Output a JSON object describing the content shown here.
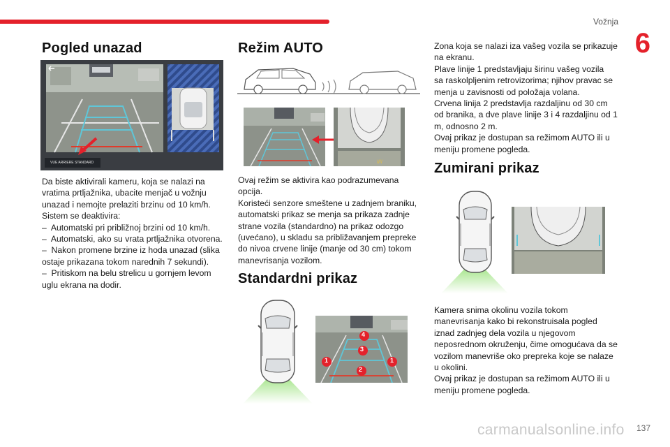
{
  "header": {
    "section_name": "Vožnja",
    "chapter_number": "6"
  },
  "col1": {
    "title": "Pogled unazad",
    "screen_caption": "VUE ARRIERE STANDARD",
    "paragraph": [
      "Da biste aktivirali kameru, koja se nalazi na",
      "vratima prtljažnika, ubacite menjač u vožnju",
      "unazad i nemojte prelaziti brzinu od 10 km/h.",
      "Sistem se deaktivira:",
      "–  Automatski pri približnoj brzini od 10 km/h.",
      "–  Automatski, ako su vrata prtljažnika otvorena.",
      "–  Nakon promene brzine iz hoda unazad (slika",
      "ostaje prikazana tokom narednih 7 sekundi).",
      "–  Pritiskom na belu strelicu u gornjem levom",
      "uglu ekrana na dodir."
    ]
  },
  "col2": {
    "title_auto": "Režim AUTO",
    "auto_paragraph": [
      "Ovaj režim se aktivira kao podrazumevana",
      "opcija.",
      "Koristeći senzore smeštene u zadnjem braniku,",
      "automatski prikaz se menja sa prikaza zadnje",
      "strane vozila (standardno) na prikaz odozgo",
      "(uvećano), u skladu sa približavanjem prepreke",
      "do nivoa crvene linije (manje od 30 cm) tokom",
      "manevrisanja vozilom."
    ],
    "title_standard": "Standardni prikaz",
    "markers": [
      "1",
      "2",
      "3",
      "4"
    ]
  },
  "col3": {
    "standard_paragraph": [
      "Zona koja se nalazi iza vašeg vozila se prikazuje",
      "na ekranu.",
      "Plave linije 1 predstavljaju širinu vašeg vozila",
      "sa raskolpljenim retrovizorima; njihov pravac se",
      "menja u zavisnosti od položaja volana.",
      "Crvena linija 2 predstavlja razdaljinu od 30 cm",
      "od branika, a dve plave linije 3 i 4 razdaljinu od 1",
      "m, odnosno 2 m.",
      "Ovaj prikaz je dostupan sa režimom AUTO ili u",
      "meniju promene pogleda."
    ],
    "title_zoom": "Zumirani prikaz",
    "zoom_paragraph": [
      "Kamera snima okolinu vozila tokom",
      "manevrisanja kako bi rekonstruisala pogled",
      "iznad zadnjeg dela vozila u njegovom",
      "neposrednom okruženju, čime omogućava da se",
      "vozilom manevriše oko prepreka koje se nalaze",
      "u okolini.",
      "Ovaj prikaz je dostupan sa režimom AUTO ili u",
      "meniju promene pogleda."
    ]
  },
  "footer": {
    "page_number": "137",
    "watermark": "carmanualsonline.info"
  },
  "colors": {
    "accent_red": "#e4212b",
    "guide_blue": "#5fc6d8",
    "guide_red": "#e03a2a",
    "camera_green": "#7ed957"
  }
}
